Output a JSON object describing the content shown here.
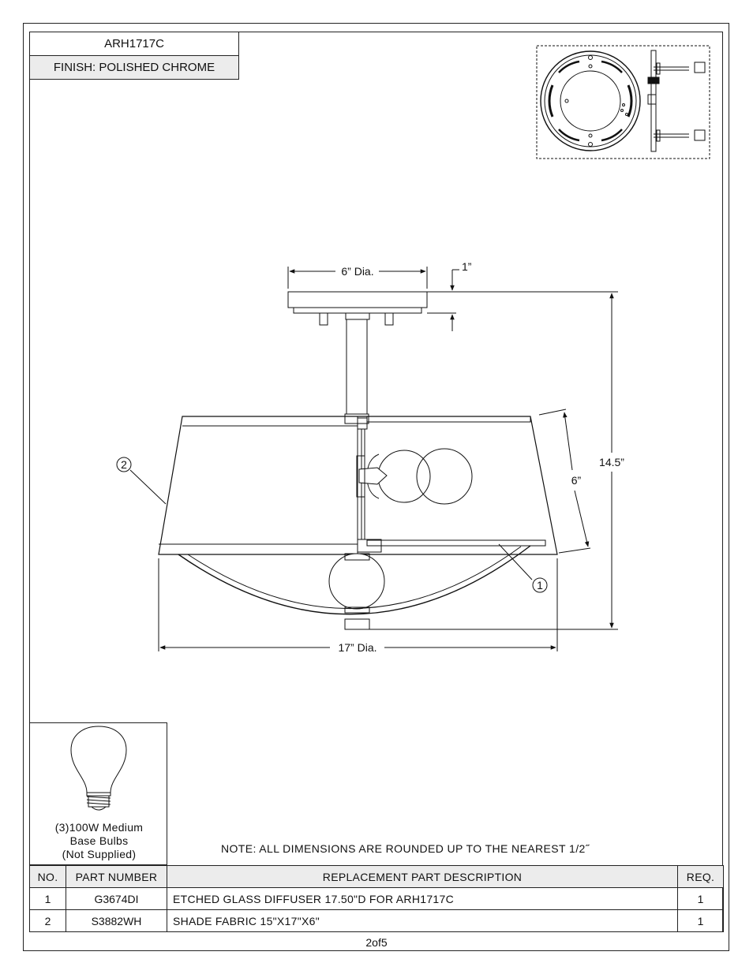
{
  "header": {
    "model": "ARH1717C",
    "finish": "FINISH: POLISHED CHROME"
  },
  "dimensions": {
    "canopy_dia": "6” Dia.",
    "canopy_height": "1”",
    "overall_height": "14.5”",
    "shade_height": "6”",
    "overall_dia": "17” Dia."
  },
  "callouts": {
    "diffuser": "1",
    "shade": "2"
  },
  "bulb": {
    "line1": "(3)100W Medium",
    "line2": "Base Bulbs",
    "line3": "(Not Supplied)"
  },
  "note": "NOTE:  ALL DIMENSIONS ARE ROUNDED UP TO THE NEAREST  1/2˝",
  "parts_table": {
    "headers": {
      "no": "NO.",
      "part_number": "PART NUMBER",
      "description": "REPLACEMENT PART DESCRIPTION",
      "req": "REQ."
    },
    "rows": [
      {
        "no": "1",
        "part_number": "G3674DI",
        "description": "ETCHED GLASS DIFFUSER 17.50\"D FOR ARH1717C",
        "req": "1"
      },
      {
        "no": "2",
        "part_number": "S3882WH",
        "description": "SHADE FABRIC 15\"X17\"X6\"",
        "req": "1"
      }
    ]
  },
  "page": "2of5"
}
